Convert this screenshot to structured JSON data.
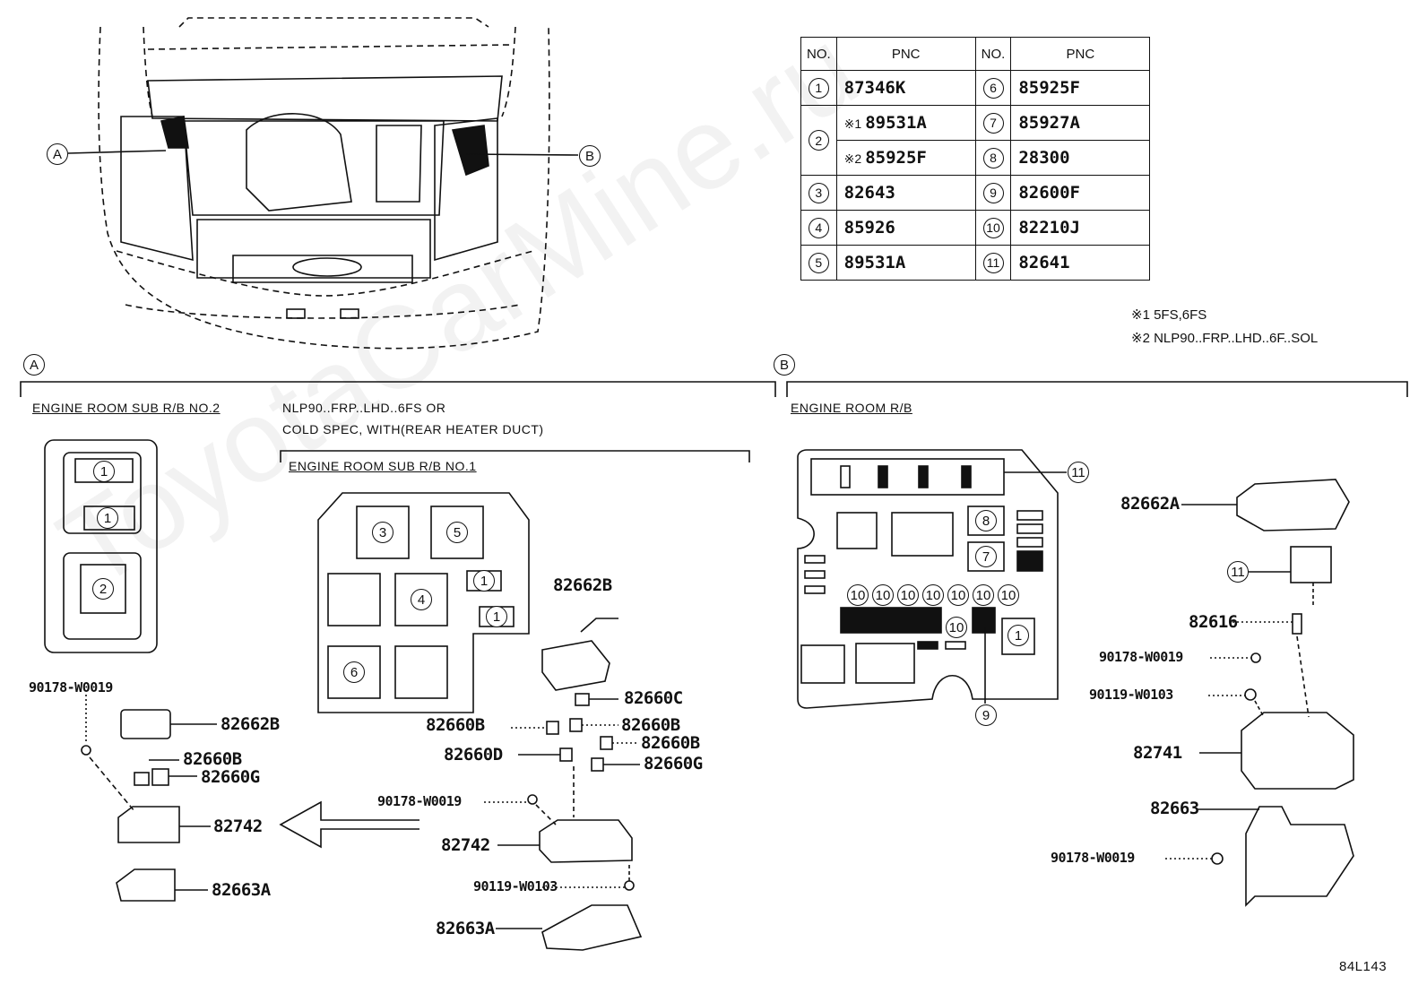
{
  "pnc_table": {
    "headers": [
      "NO.",
      "PNC",
      "NO.",
      "PNC"
    ],
    "rows_left": [
      {
        "no": "1",
        "pnc": "87346K"
      },
      {
        "no": "2",
        "pnc_a": "89531A",
        "pnc_a_note": "※1",
        "pnc_b": "85925F",
        "pnc_b_note": "※2"
      },
      {
        "no": "3",
        "pnc": "82643"
      },
      {
        "no": "4",
        "pnc": "85926"
      },
      {
        "no": "5",
        "pnc": "89531A"
      }
    ],
    "rows_right": [
      {
        "no": "6",
        "pnc": "85925F"
      },
      {
        "no": "7",
        "pnc": "85927A"
      },
      {
        "no": "8",
        "pnc": "28300"
      },
      {
        "no": "9",
        "pnc": "82600F"
      },
      {
        "no": "10",
        "pnc": "82210J"
      },
      {
        "no": "11",
        "pnc": "82641"
      }
    ]
  },
  "notes": {
    "note1": "※1 5FS,6FS",
    "note2": "※2 NLP90..FRP..LHD..6F..SOL"
  },
  "callouts": {
    "a": "A",
    "b": "B"
  },
  "section_a": {
    "title": "ENGINE ROOM SUB R/B NO.2",
    "cond_line1": "NLP90..FRP..LHD..6FS OR",
    "cond_line2": "COLD SPEC, WITH(REAR HEATER DUCT)",
    "sub_title": "ENGINE ROOM SUB R/B NO.1"
  },
  "section_b": {
    "title": "ENGINE ROOM R/B"
  },
  "box_no2_markers": [
    "1",
    "1",
    "2"
  ],
  "box_no1_markers": [
    "3",
    "5",
    "4",
    "6",
    "1",
    "1"
  ],
  "rb_markers": {
    "m11": "11",
    "m8": "8",
    "m7": "7",
    "m10": "10",
    "m1": "1",
    "m9": "9",
    "m11b": "11"
  },
  "parts_left": {
    "p_90178": "90178-W0019",
    "p_82662B": "82662B",
    "p_82660B": "82660B",
    "p_82660G": "82660G",
    "p_82742": "82742",
    "p_82663A": "82663A"
  },
  "parts_mid": {
    "p_82662B": "82662B",
    "p_82660C": "82660C",
    "p_82660B_a": "82660B",
    "p_82660B_b": "82660B",
    "p_82660B_c": "82660B",
    "p_82660D": "82660D",
    "p_82660G": "82660G",
    "p_90178": "90178-W0019",
    "p_82742": "82742",
    "p_90119": "90119-W0103",
    "p_82663A": "82663A"
  },
  "parts_right": {
    "p_82662A": "82662A",
    "p_82616": "82616",
    "p_90178_a": "90178-W0019",
    "p_90119": "90119-W0103",
    "p_82741": "82741",
    "p_82663": "82663",
    "p_90178_b": "90178-W0019"
  },
  "figure_code": "84L143",
  "watermark": "ToyotaCarMine.ru"
}
